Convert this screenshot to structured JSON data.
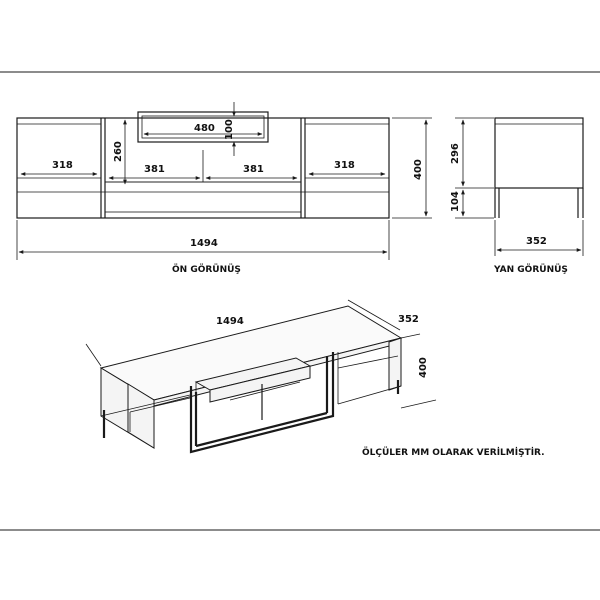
{
  "front_view": {
    "caption": "ÖN GÖRÜNÜŞ",
    "dims": {
      "total_width": "1494",
      "left_compartment": "318",
      "right_compartment": "318",
      "left_center_shelf": "381",
      "right_center_shelf": "381",
      "top_open_box": "480",
      "top_box_height": "100",
      "inner_height": "260",
      "total_height": "400"
    }
  },
  "side_view": {
    "caption": "YAN GÖRÜNÜŞ",
    "dims": {
      "depth": "352",
      "body_height": "296",
      "leg_height": "104"
    }
  },
  "perspective": {
    "dims": {
      "width": "1494",
      "depth": "352",
      "height": "400"
    }
  },
  "note": "ÖLÇÜLER MM OLARAK VERİLMİŞTİR."
}
